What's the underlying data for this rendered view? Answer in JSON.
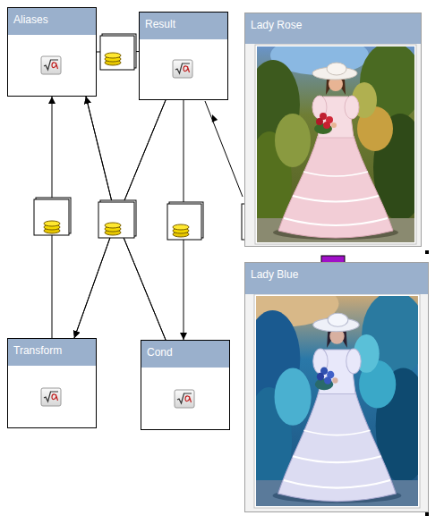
{
  "diagram": {
    "nodes": [
      {
        "text": [
          "Aliases"
        ]
      },
      {
        "text": [
          "Result"
        ]
      },
      {
        "text": [
          "Lady Rose"
        ]
      },
      {
        "text": [
          "Lady Blue"
        ]
      },
      {
        "text": [
          "Transform"
        ]
      },
      {
        "text": [
          "Cond"
        ]
      }
    ],
    "edges": [
      {
        "from": 0,
        "to": 1,
        "arrow": "none"
      },
      {
        "from": 4,
        "to": 0,
        "arrow": "to"
      },
      {
        "from": 1,
        "to": 0,
        "arrow": "to"
      },
      {
        "from": 1,
        "to": 4,
        "arrow": "to"
      },
      {
        "from": 5,
        "to": 0,
        "arrow": "to"
      },
      {
        "from": 5,
        "to": 4,
        "arrow": "to"
      },
      {
        "from": 1,
        "to": 5,
        "arrow": "to"
      }
    ]
  }
}
